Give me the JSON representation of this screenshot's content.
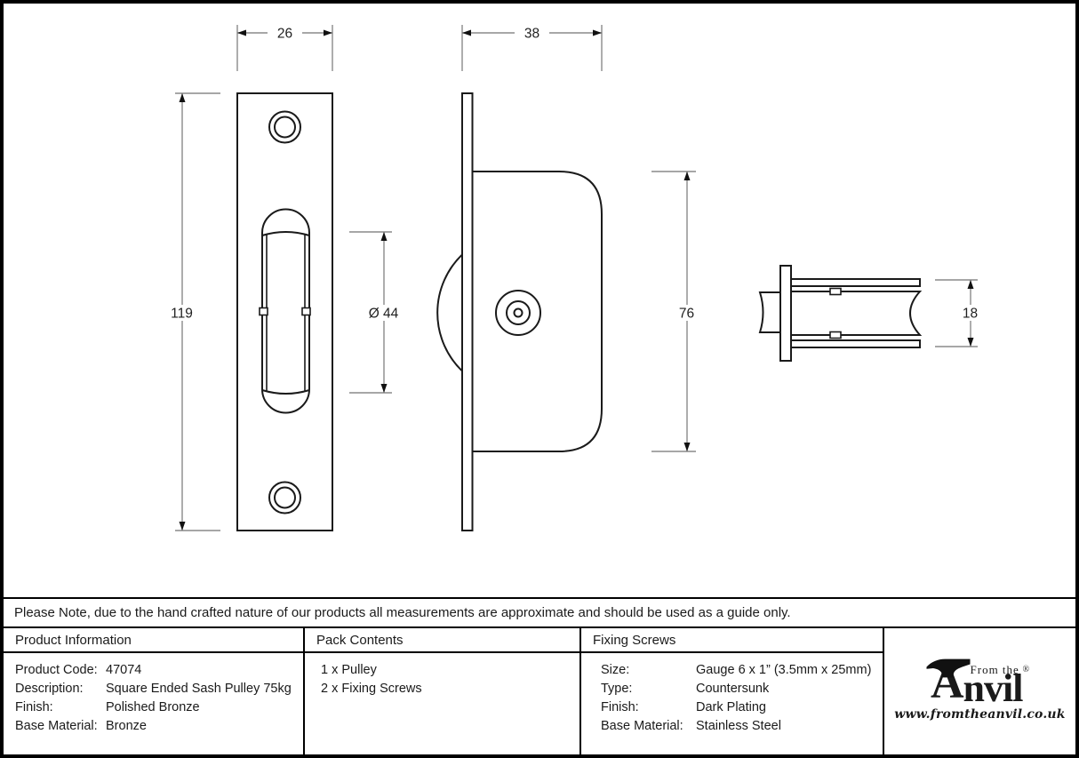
{
  "drawing": {
    "front_view": {
      "width": "26",
      "height": "119",
      "wheel_diameter": "Ø 44"
    },
    "side_view": {
      "depth": "38",
      "housing_height": "76"
    },
    "wheel_section_view": {
      "thickness": "18"
    }
  },
  "note": "Please Note, due to the hand crafted nature of our products all measurements are approximate and should be used as a guide only.",
  "table": {
    "product_information": {
      "header": "Product Information",
      "rows": [
        {
          "label": "Product Code:",
          "value": "47074"
        },
        {
          "label": "Description:",
          "value": "Square Ended Sash Pulley 75kg"
        },
        {
          "label": "Finish:",
          "value": "Polished Bronze"
        },
        {
          "label": "Base Material:",
          "value": "Bronze"
        }
      ]
    },
    "pack_contents": {
      "header": "Pack Contents",
      "items": [
        "1 x Pulley",
        "2 x Fixing Screws"
      ]
    },
    "fixing_screws": {
      "header": "Fixing Screws",
      "rows": [
        {
          "label": "Size:",
          "value": "Gauge 6 x 1” (3.5mm x 25mm)"
        },
        {
          "label": "Type:",
          "value": "Countersunk"
        },
        {
          "label": "Finish:",
          "value": "Dark Plating"
        },
        {
          "label": "Base Material:",
          "value": "Stainless Steel"
        }
      ]
    }
  },
  "logo": {
    "tagline": "From the",
    "brand_initial": "A",
    "brand_suffix": "nvil",
    "registered": "®",
    "url": "www.fromtheanvil.co.uk"
  }
}
